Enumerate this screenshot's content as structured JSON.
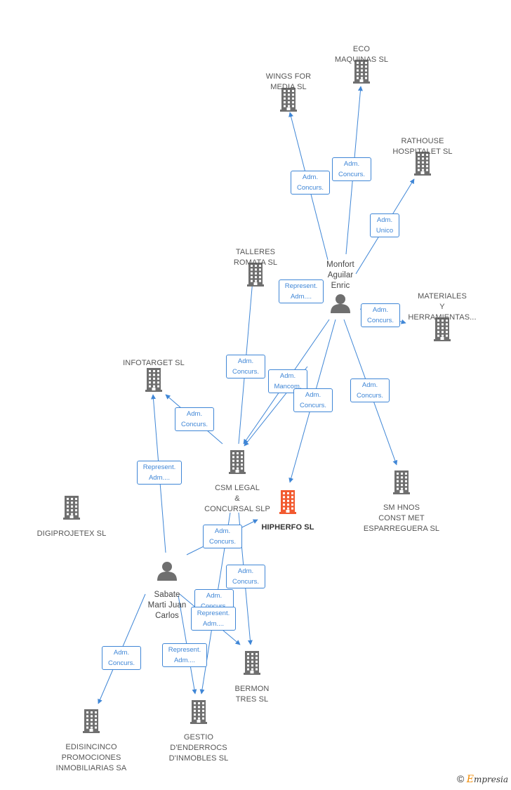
{
  "colors": {
    "edge": "#3f86d6",
    "node": "#6f6f6f",
    "highlight": "#f25a30"
  },
  "nodes": [
    {
      "id": "eco",
      "type": "company",
      "label": "ECO\nMAQUINAS SL"
    },
    {
      "id": "wings",
      "type": "company",
      "label": "WINGS FOR\nMEDIA SL"
    },
    {
      "id": "rathouse",
      "type": "company",
      "label": "RATHOUSE\nHOSPITALET SL"
    },
    {
      "id": "talleres",
      "type": "company",
      "label": "TALLERES\nROMATA  SL"
    },
    {
      "id": "monfort",
      "type": "person",
      "label": "Monfort\nAguilar\nEnric"
    },
    {
      "id": "materiales",
      "type": "company",
      "label": "MATERIALES\nY\nHERRAMIENTAS..."
    },
    {
      "id": "infotarget",
      "type": "company",
      "label": "INFOTARGET SL"
    },
    {
      "id": "csm",
      "type": "company",
      "label": "CSM LEGAL\n&\nCONCURSAL SLP"
    },
    {
      "id": "hipherfo",
      "type": "company",
      "label": "HIPHERFO SL",
      "highlight": true
    },
    {
      "id": "smhnos",
      "type": "company",
      "label": "SM HNOS\nCONST MET\nESPARREGUERA SL"
    },
    {
      "id": "digiprojetex",
      "type": "company",
      "label": "DIGIPROJETEX SL"
    },
    {
      "id": "sabate",
      "type": "person",
      "label": "Sabate\nMarti Juan\nCarlos"
    },
    {
      "id": "bermon",
      "type": "company",
      "label": "BERMON\nTRES SL"
    },
    {
      "id": "edisincinco",
      "type": "company",
      "label": "EDISINCINCO\nPROMOCIONES\nINMOBILIARIAS SA"
    },
    {
      "id": "gestio",
      "type": "company",
      "label": "GESTIO\nD'ENDERROCS\nD'INMOBLES SL"
    }
  ],
  "relations": [
    {
      "id": "r1",
      "from": "monfort",
      "to": "wings",
      "label": "Adm.\nConcurs."
    },
    {
      "id": "r2",
      "from": "monfort",
      "to": "eco",
      "label": "Adm.\nConcurs."
    },
    {
      "id": "r3",
      "from": "monfort",
      "to": "rathouse",
      "label": "Adm.\nUnico"
    },
    {
      "id": "r4",
      "from": "monfort",
      "to": "csm",
      "label": "Represent.\nAdm...."
    },
    {
      "id": "r5",
      "from": "monfort",
      "to": "materiales",
      "label": "Adm.\nConcurs."
    },
    {
      "id": "r6",
      "from": "csm",
      "to": "talleres",
      "label": "Adm.\nConcurs."
    },
    {
      "id": "r7",
      "from": "monfort",
      "to": "csm",
      "label": "Adm.\nMancom."
    },
    {
      "id": "r8",
      "from": "monfort",
      "to": "hipherfo",
      "label": "Adm.\nConcurs."
    },
    {
      "id": "r9",
      "from": "monfort",
      "to": "smhnos",
      "label": "Adm.\nConcurs."
    },
    {
      "id": "r10",
      "from": "csm",
      "to": "infotarget",
      "label": "Adm.\nConcurs."
    },
    {
      "id": "r11",
      "from": "sabate",
      "to": "infotarget",
      "label": "Represent.\nAdm...."
    },
    {
      "id": "r12",
      "from": "sabate",
      "to": "hipherfo",
      "label": "Adm.\nConcurs."
    },
    {
      "id": "r13",
      "from": "csm",
      "to": "bermon",
      "label": "Adm.\nConcurs."
    },
    {
      "id": "r14",
      "from": "csm",
      "to": "gestio",
      "label": "Adm.\nConcurs."
    },
    {
      "id": "r15",
      "from": "sabate",
      "to": "bermon",
      "label": "Represent.\nAdm...."
    },
    {
      "id": "r16",
      "from": "sabate",
      "to": "edisincinco",
      "label": "Adm.\nConcurs."
    },
    {
      "id": "r17",
      "from": "sabate",
      "to": "gestio",
      "label": "Represent.\nAdm...."
    }
  ],
  "brand": {
    "copyright": "©",
    "initial": "E",
    "rest": "mpresia"
  }
}
